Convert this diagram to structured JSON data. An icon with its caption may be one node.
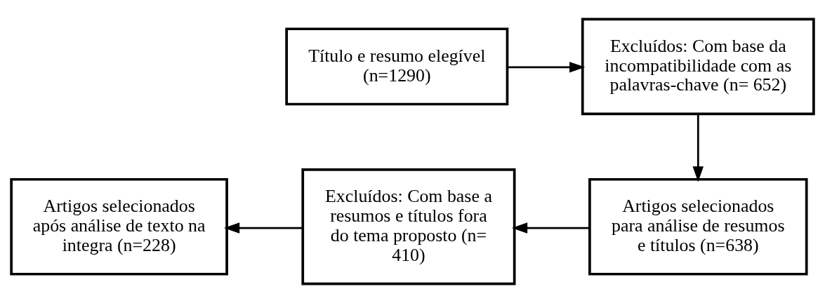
{
  "diagram": {
    "nodes": [
      {
        "text": [
          "Título e resumo elegível (n=1290)"
        ]
      },
      {
        "text": [
          "Excluídos: Com base da incompatibilidade com as palavras-chave (n= 652)"
        ]
      },
      {
        "text": [
          "Artigos selecionados para análise de resumos e títulos (n=638)"
        ]
      },
      {
        "text": [
          "Excluídos: Com base a resumos e títulos fora do tema proposto (n= 410)"
        ]
      },
      {
        "text": [
          "Artigos selecionados após análise de texto na integra (n=228)"
        ]
      }
    ],
    "edges": [
      {
        "from": 0,
        "to": 1,
        "arrow": "to"
      },
      {
        "from": 1,
        "to": 2,
        "arrow": "to"
      },
      {
        "from": 2,
        "to": 3,
        "arrow": "to"
      },
      {
        "from": 3,
        "to": 4,
        "arrow": "to"
      }
    ]
  }
}
